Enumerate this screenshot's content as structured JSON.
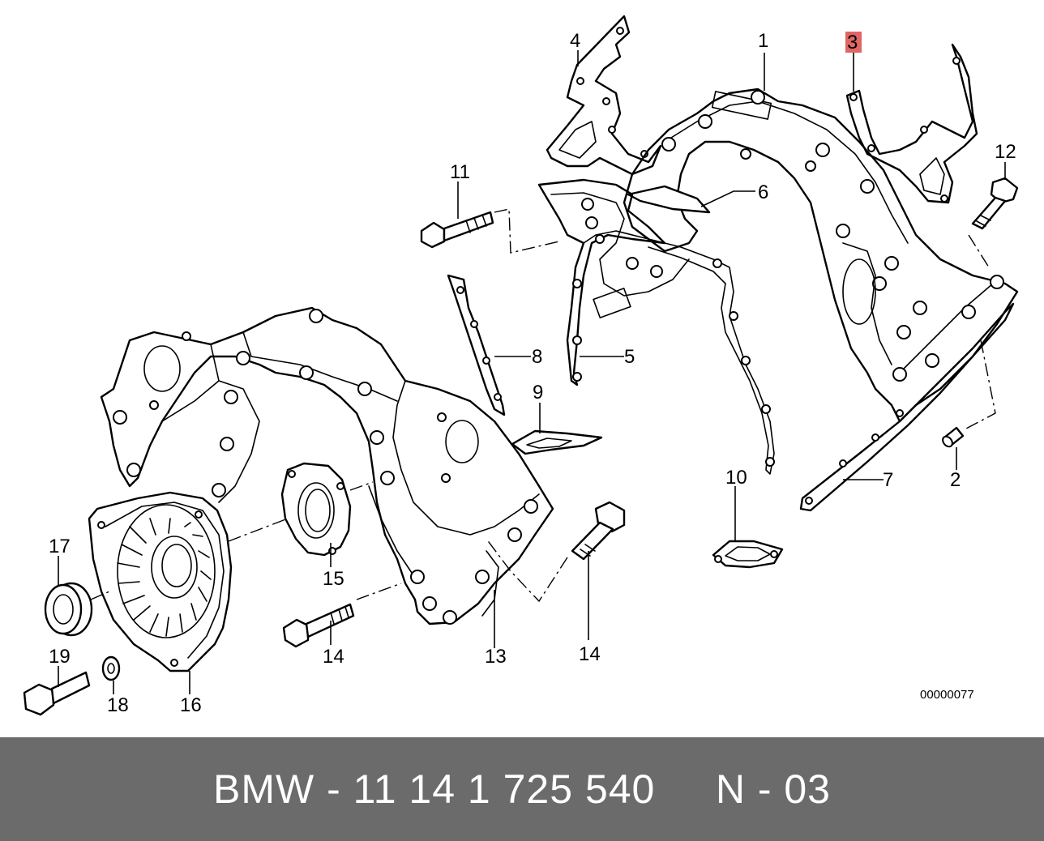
{
  "diagram": {
    "part_numbers": [
      "1",
      "2",
      "3",
      "4",
      "5",
      "6",
      "7",
      "8",
      "9",
      "10",
      "11",
      "12",
      "13",
      "14",
      "14",
      "15",
      "16",
      "17",
      "18",
      "19"
    ],
    "highlighted_part": "3",
    "drawing_code": "00000077"
  },
  "footer": {
    "text": "BMW - 11 14 1 725 540     N - 03",
    "background": "#6b6b6b",
    "color": "#ffffff"
  },
  "colors": {
    "highlight": "#e06666",
    "line": "#000000",
    "background": "#ffffff"
  }
}
